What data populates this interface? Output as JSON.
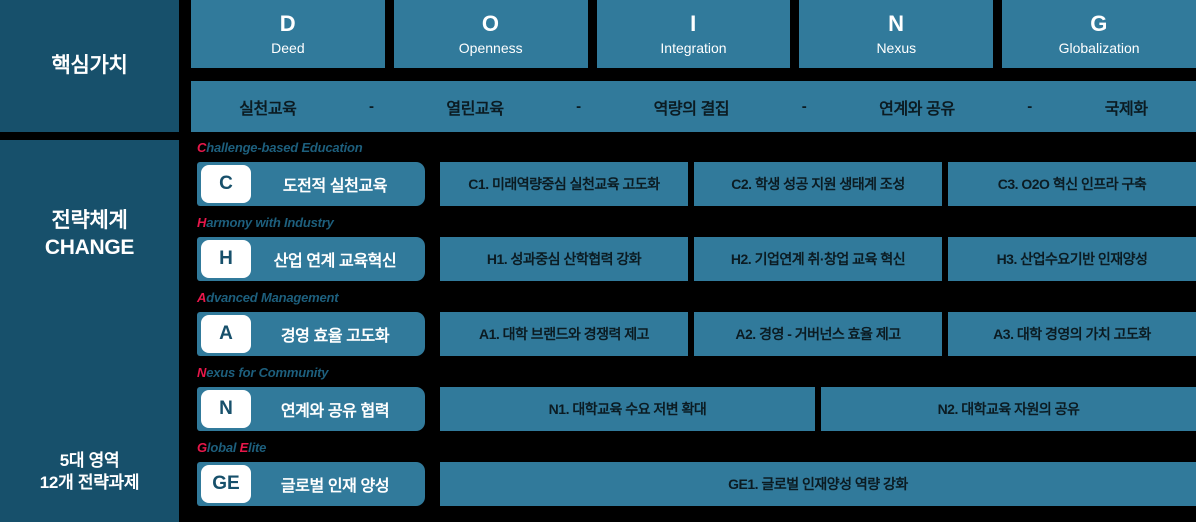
{
  "rail": {
    "core_value": "핵심가치",
    "strategy_line1": "전략체계",
    "strategy_line2": "CHANGE",
    "domains_line1": "5대 영역",
    "domains_line2": "12개 전략과제"
  },
  "doing": {
    "cards": [
      {
        "letter": "D",
        "word": "Deed"
      },
      {
        "letter": "O",
        "word": "Openness"
      },
      {
        "letter": "I",
        "word": "Integration"
      },
      {
        "letter": "N",
        "word": "Nexus"
      },
      {
        "letter": "G",
        "word": "Globalization"
      }
    ]
  },
  "keywords": {
    "separator": "-",
    "items": [
      "실천교육",
      "열린교육",
      "역량의 결집",
      "연계와 공유",
      "국제화"
    ]
  },
  "change": {
    "rows": [
      {
        "eng_highlight": "C",
        "eng_rest": "hallenge-based Education",
        "badge": "C",
        "area": "도전적 실천교육",
        "tasks": [
          {
            "label": "C1. 미래역량중심 실천교육 고도화",
            "flex": 1
          },
          {
            "label": "C2. 학생 성공 지원 생태계 조성",
            "flex": 1
          },
          {
            "label": "C3. O2O 혁신 인프라 구축",
            "flex": 1
          }
        ]
      },
      {
        "eng_highlight": "H",
        "eng_rest": "armony with Industry",
        "badge": "H",
        "area": "산업 연계 교육혁신",
        "tasks": [
          {
            "label": "H1. 성과중심 산학협력 강화",
            "flex": 1
          },
          {
            "label": "H2. 기업연계 취·창업 교육 혁신",
            "flex": 1
          },
          {
            "label": "H3. 산업수요기반 인재양성",
            "flex": 1
          }
        ]
      },
      {
        "eng_highlight": "A",
        "eng_rest": "dvanced Management",
        "badge": "A",
        "area": "경영 효율 고도화",
        "tasks": [
          {
            "label": "A1. 대학 브랜드와 경쟁력 제고",
            "flex": 1
          },
          {
            "label": "A2. 경영 - 거버넌스 효율 제고",
            "flex": 1
          },
          {
            "label": "A3. 대학 경영의 가치 고도화",
            "flex": 1
          }
        ]
      },
      {
        "eng_highlight": "N",
        "eng_rest": "exus for Community",
        "badge": "N",
        "area": "연계와 공유 협력",
        "tasks": [
          {
            "label": "N1. 대학교육 수요 저변 확대",
            "flex": 1
          },
          {
            "label": "N2. 대학교육 자원의 공유",
            "flex": 1
          }
        ]
      },
      {
        "eng_highlight": "G",
        "eng_highlight2": "E",
        "eng_mid": "lobal ",
        "eng_rest": "lite",
        "badge": "GE",
        "area": "글로벌 인재 양성",
        "tasks": [
          {
            "label": "GE1. 글로벌 인재양성 역량 강화",
            "flex": 1
          }
        ]
      }
    ]
  },
  "colors": {
    "background": "#000000",
    "rail": "#17506b",
    "card": "#317a9b",
    "accent_red": "#e8174a",
    "eng_blue": "#1d5f7d",
    "task_text": "#0b1b22"
  }
}
